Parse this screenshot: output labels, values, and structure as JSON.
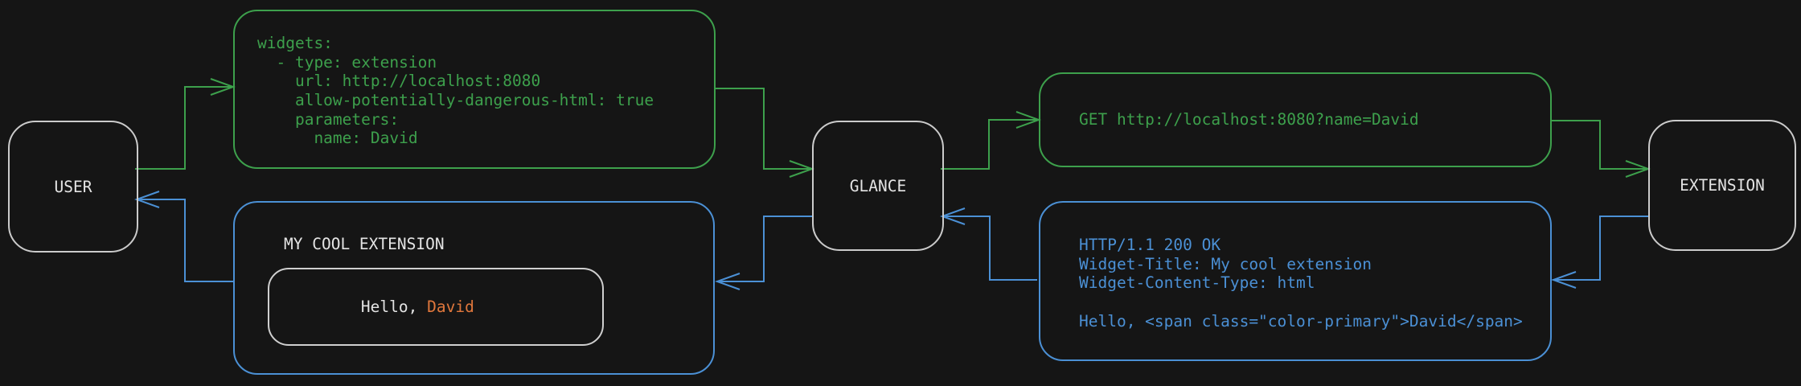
{
  "diagram": {
    "background": "#151515",
    "colors": {
      "request_flow_green": "#3da04c",
      "response_flow_blue": "#4b90d5",
      "node_border": "#cbcbcb",
      "text": "#e4e4e4",
      "accent_orange": "#e0773c"
    },
    "nodes": {
      "user": {
        "label": "USER"
      },
      "glance": {
        "label": "GLANCE"
      },
      "extension": {
        "label": "EXTENSION"
      }
    },
    "config_box": {
      "lines": [
        "widgets:",
        "  - type: extension",
        "    url: http://localhost:8080",
        "    allow-potentially-dangerous-html: true",
        "    parameters:",
        "      name: David"
      ]
    },
    "request_box": {
      "text": "GET http://localhost:8080?name=David"
    },
    "response_box": {
      "lines": [
        "HTTP/1.1 200 OK",
        "Widget-Title: My cool extension",
        "Widget-Content-Type: html",
        "",
        "Hello, <span class=\"color-primary\">David</span>"
      ]
    },
    "widget_box": {
      "title": "MY COOL EXTENSION",
      "greeting_prefix": "Hello, ",
      "greeting_name": "David"
    }
  }
}
